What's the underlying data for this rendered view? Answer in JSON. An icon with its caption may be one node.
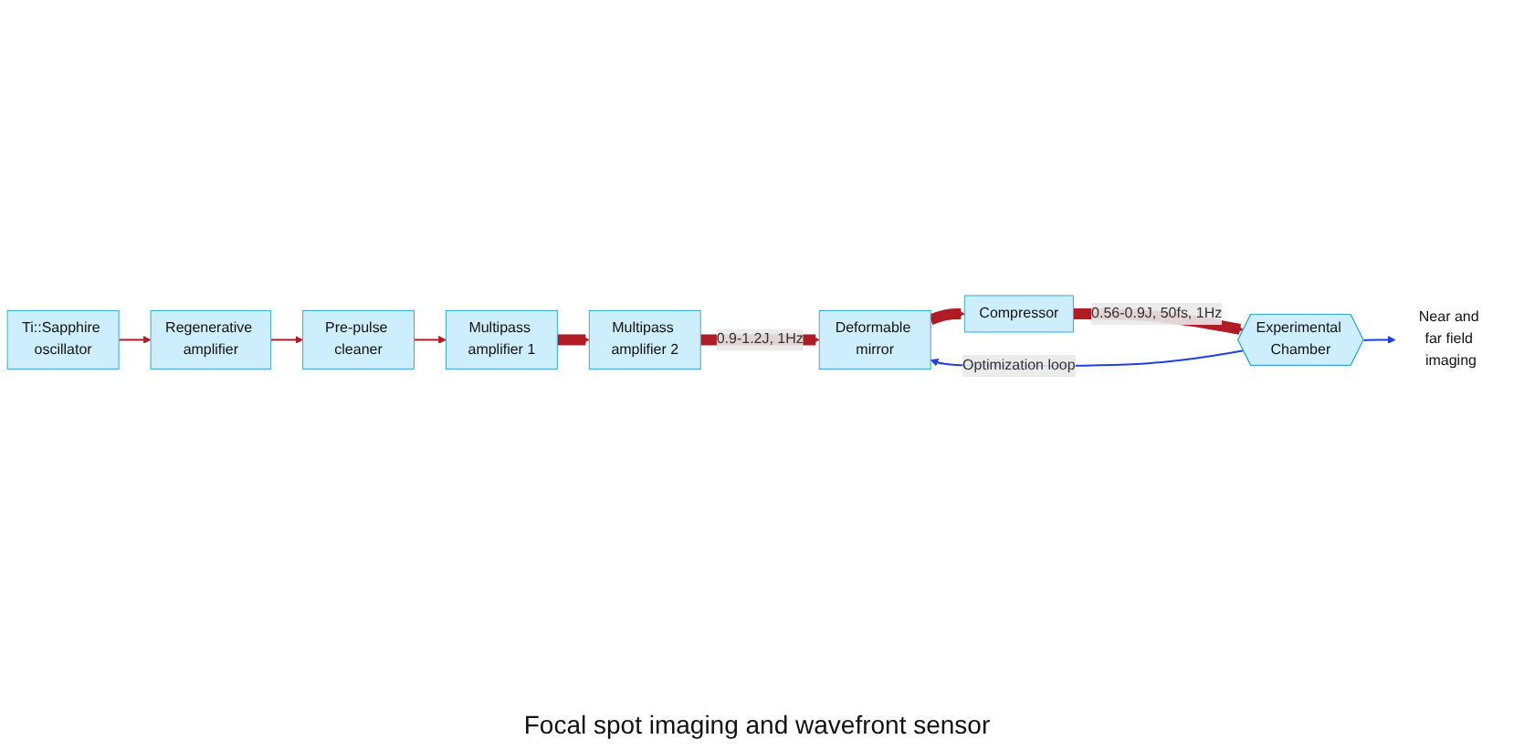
{
  "diagram": {
    "nodes": [
      {
        "text": [
          "Multipass amplifier 2"
        ]
      },
      {
        "text": [
          "Multipass amplifier 1"
        ]
      },
      {
        "text": [
          "Pre-pulse cleaner"
        ]
      },
      {
        "text": [
          "Regenerative amplifier"
        ]
      },
      {
        "text": [
          "Ti::Sapphire oscillator"
        ]
      },
      {
        "text": [
          "Deformable mirror"
        ]
      },
      {
        "text": [
          "Compressor"
        ]
      },
      {
        "text": [
          "Experimental Chamber"
        ]
      },
      {
        "text": [
          "Near and far field imaging"
        ]
      }
    ],
    "edges": [
      {
        "from": 4,
        "to": 3,
        "arrow": "to"
      },
      {
        "from": 3,
        "to": 2,
        "arrow": "to"
      },
      {
        "from": 2,
        "to": 1,
        "arrow": "to"
      },
      {
        "from": 1,
        "to": 0,
        "arrow": "to",
        "style": "thick"
      },
      {
        "from": 0,
        "to": 5,
        "arrow": "to",
        "style": "thick",
        "label": "0.9-1.2J, 1Hz"
      },
      {
        "from": 5,
        "to": 6,
        "arrow": "to",
        "style": "thick"
      },
      {
        "from": 6,
        "to": 7,
        "arrow": "to",
        "style": "thick",
        "label": "0.56-0.9J, 50fs, 1Hz"
      },
      {
        "from": 7,
        "to": 8,
        "arrow": "to",
        "color": "#1f3fe0"
      },
      {
        "from": 7,
        "to": 5,
        "arrow": "to",
        "color": "#1f3fe0",
        "label": "Optimization loop"
      }
    ],
    "labels": [
      "Focal spot imaging and wavefront sensor"
    ]
  }
}
